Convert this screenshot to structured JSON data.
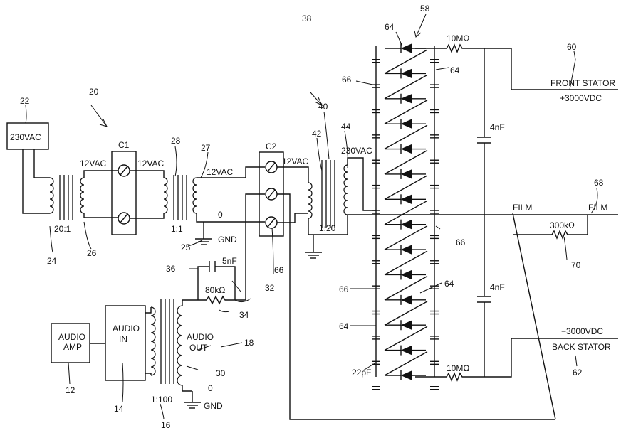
{
  "labels": {
    "ref_22": "22",
    "src_230vac": "230VAC",
    "ref_20": "20",
    "ratio_20_1": "20:1",
    "ref_24": "24",
    "ref_26": "26",
    "c1": "C1",
    "v12_a": "12VAC",
    "v12_b": "12VAC",
    "ref_28": "28",
    "ref_27": "27",
    "v12_c": "12VAC",
    "ratio_1_1": "1:1",
    "zero_a": "0",
    "gnd_a": "GND",
    "ref_25": "25",
    "c2": "C2",
    "v12_d": "12VAC",
    "ref_40": "40",
    "ref_42": "42",
    "ref_44": "44",
    "v230_b": "230VAC",
    "ratio_1_20": "1:20",
    "ref_66_mid": "66",
    "ref_36": "36",
    "cap_5nf": "5nF",
    "res_80k": "80kΩ",
    "ref_32": "32",
    "ref_34": "34",
    "audio_amp": "AUDIO\nAMP",
    "ref_12": "12",
    "audio_in": "AUDIO\nIN",
    "ref_14": "14",
    "ref_16": "16",
    "ratio_1_100": "1:100",
    "audio_out": "AUDIO\nOUT",
    "ref_18": "18",
    "ref_30": "30",
    "zero_b": "0",
    "gnd_b": "GND",
    "ref_38": "38",
    "ref_58": "58",
    "ref_64_a": "64",
    "ref_64_b": "64",
    "ref_66_a": "66",
    "ref_66_b": "66",
    "ref_64_c": "64",
    "ref_66_c": "66",
    "ref_64_d": "64",
    "cap_22pf": "22pF",
    "res_10m_top": "10MΩ",
    "res_10m_bot": "10MΩ",
    "cap_4nf_top": "4nF",
    "cap_4nf_bot": "4nF",
    "ref_60": "60",
    "front_stator": "FRONT STATOR",
    "front_voltage": "+3000VDC",
    "ref_68": "68",
    "film_left": "FILM",
    "film_right": "FILM",
    "res_300k": "300kΩ",
    "ref_70": "70",
    "back_voltage": "−3000VDC",
    "back_stator": "BACK STATOR",
    "ref_62": "62"
  }
}
